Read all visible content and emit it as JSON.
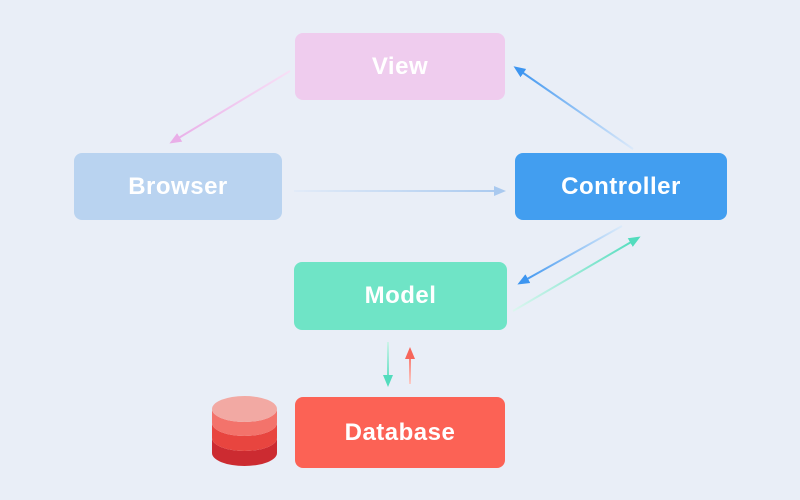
{
  "background": "#e9eef7",
  "nodes": {
    "view": {
      "label": "View",
      "fill": "#efccee",
      "text_color": "#ffffff"
    },
    "browser": {
      "label": "Browser",
      "fill": "#b9d3f0",
      "text_color": "#ffffff"
    },
    "controller": {
      "label": "Controller",
      "fill": "#429ef0",
      "text_color": "#ffffff"
    },
    "model": {
      "label": "Model",
      "fill": "#6fe4c6",
      "text_color": "#ffffff"
    },
    "database": {
      "label": "Database",
      "fill": "#fc6255",
      "text_color": "#ffffff"
    }
  },
  "edges": [
    {
      "from": "view",
      "to": "browser",
      "color": "#e9aee8",
      "style": "fades-at-tail"
    },
    {
      "from": "controller",
      "to": "view",
      "color": "#3d95f0",
      "style": "fades-at-tail"
    },
    {
      "from": "browser",
      "to": "controller",
      "color": "#a9c9ef",
      "style": "fades-at-tail"
    },
    {
      "from": "controller",
      "to": "model",
      "color": "#3d95f0",
      "style": "fades-at-tail"
    },
    {
      "from": "model",
      "to": "controller",
      "color": "#52dcbd",
      "style": "fades-at-tail"
    },
    {
      "from": "model",
      "to": "database",
      "color": "#52dcbd",
      "style": "fades-at-tail"
    },
    {
      "from": "database",
      "to": "model",
      "color": "#f6655a",
      "style": "fades-at-tail"
    }
  ],
  "database_icon": {
    "name": "database-cylinder",
    "band_colors": [
      "#f2a9a3",
      "#f3736b",
      "#e8453f",
      "#cc2b31"
    ]
  }
}
